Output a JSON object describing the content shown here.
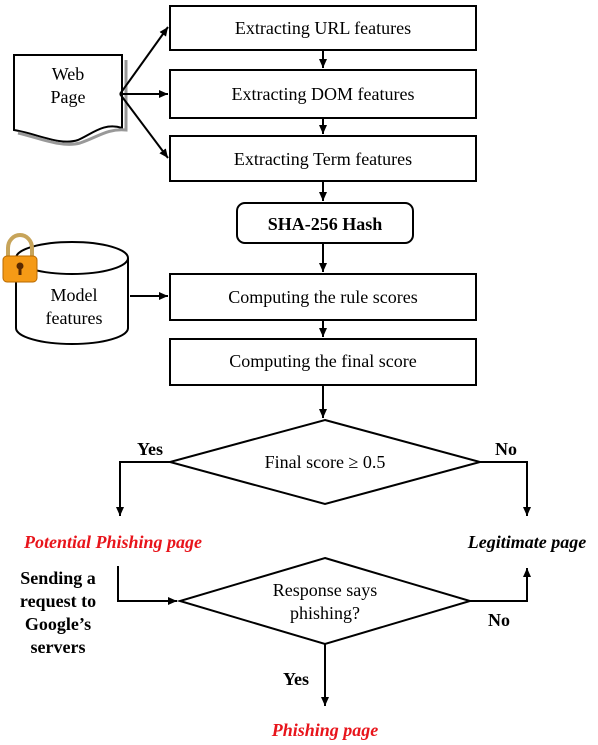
{
  "diagram": {
    "steps": {
      "url": "Extracting URL features",
      "dom": "Extracting DOM features",
      "term": "Extracting Term features",
      "hash": "SHA-256 Hash",
      "rule_scores": "Computing the rule scores",
      "final_score": "Computing the final score"
    },
    "web_page": {
      "line1": "Web",
      "line2": "Page"
    },
    "model_features": {
      "line1": "Model",
      "line2": "features"
    },
    "decision1": {
      "text": "Final score ≥ 0.5",
      "yes_label": "Yes",
      "no_label": "No"
    },
    "outcomes": {
      "potential_phishing": "Potential Phishing page",
      "legitimate": "Legitimate page",
      "phishing": "Phishing page"
    },
    "google_step": {
      "line1": "Sending a",
      "line2": "request to",
      "line3": "Google’s",
      "line4": "servers"
    },
    "decision2": {
      "line1": "Response says",
      "line2": "phishing?",
      "yes_label": "Yes",
      "no_label": "No"
    },
    "colors": {
      "phishing_text": "#e8141b",
      "lock_body": "#f59a16",
      "lock_shackle": "#c7a45a"
    },
    "icons": [
      "padlock-icon",
      "document-icon",
      "database-cylinder-icon"
    ]
  }
}
